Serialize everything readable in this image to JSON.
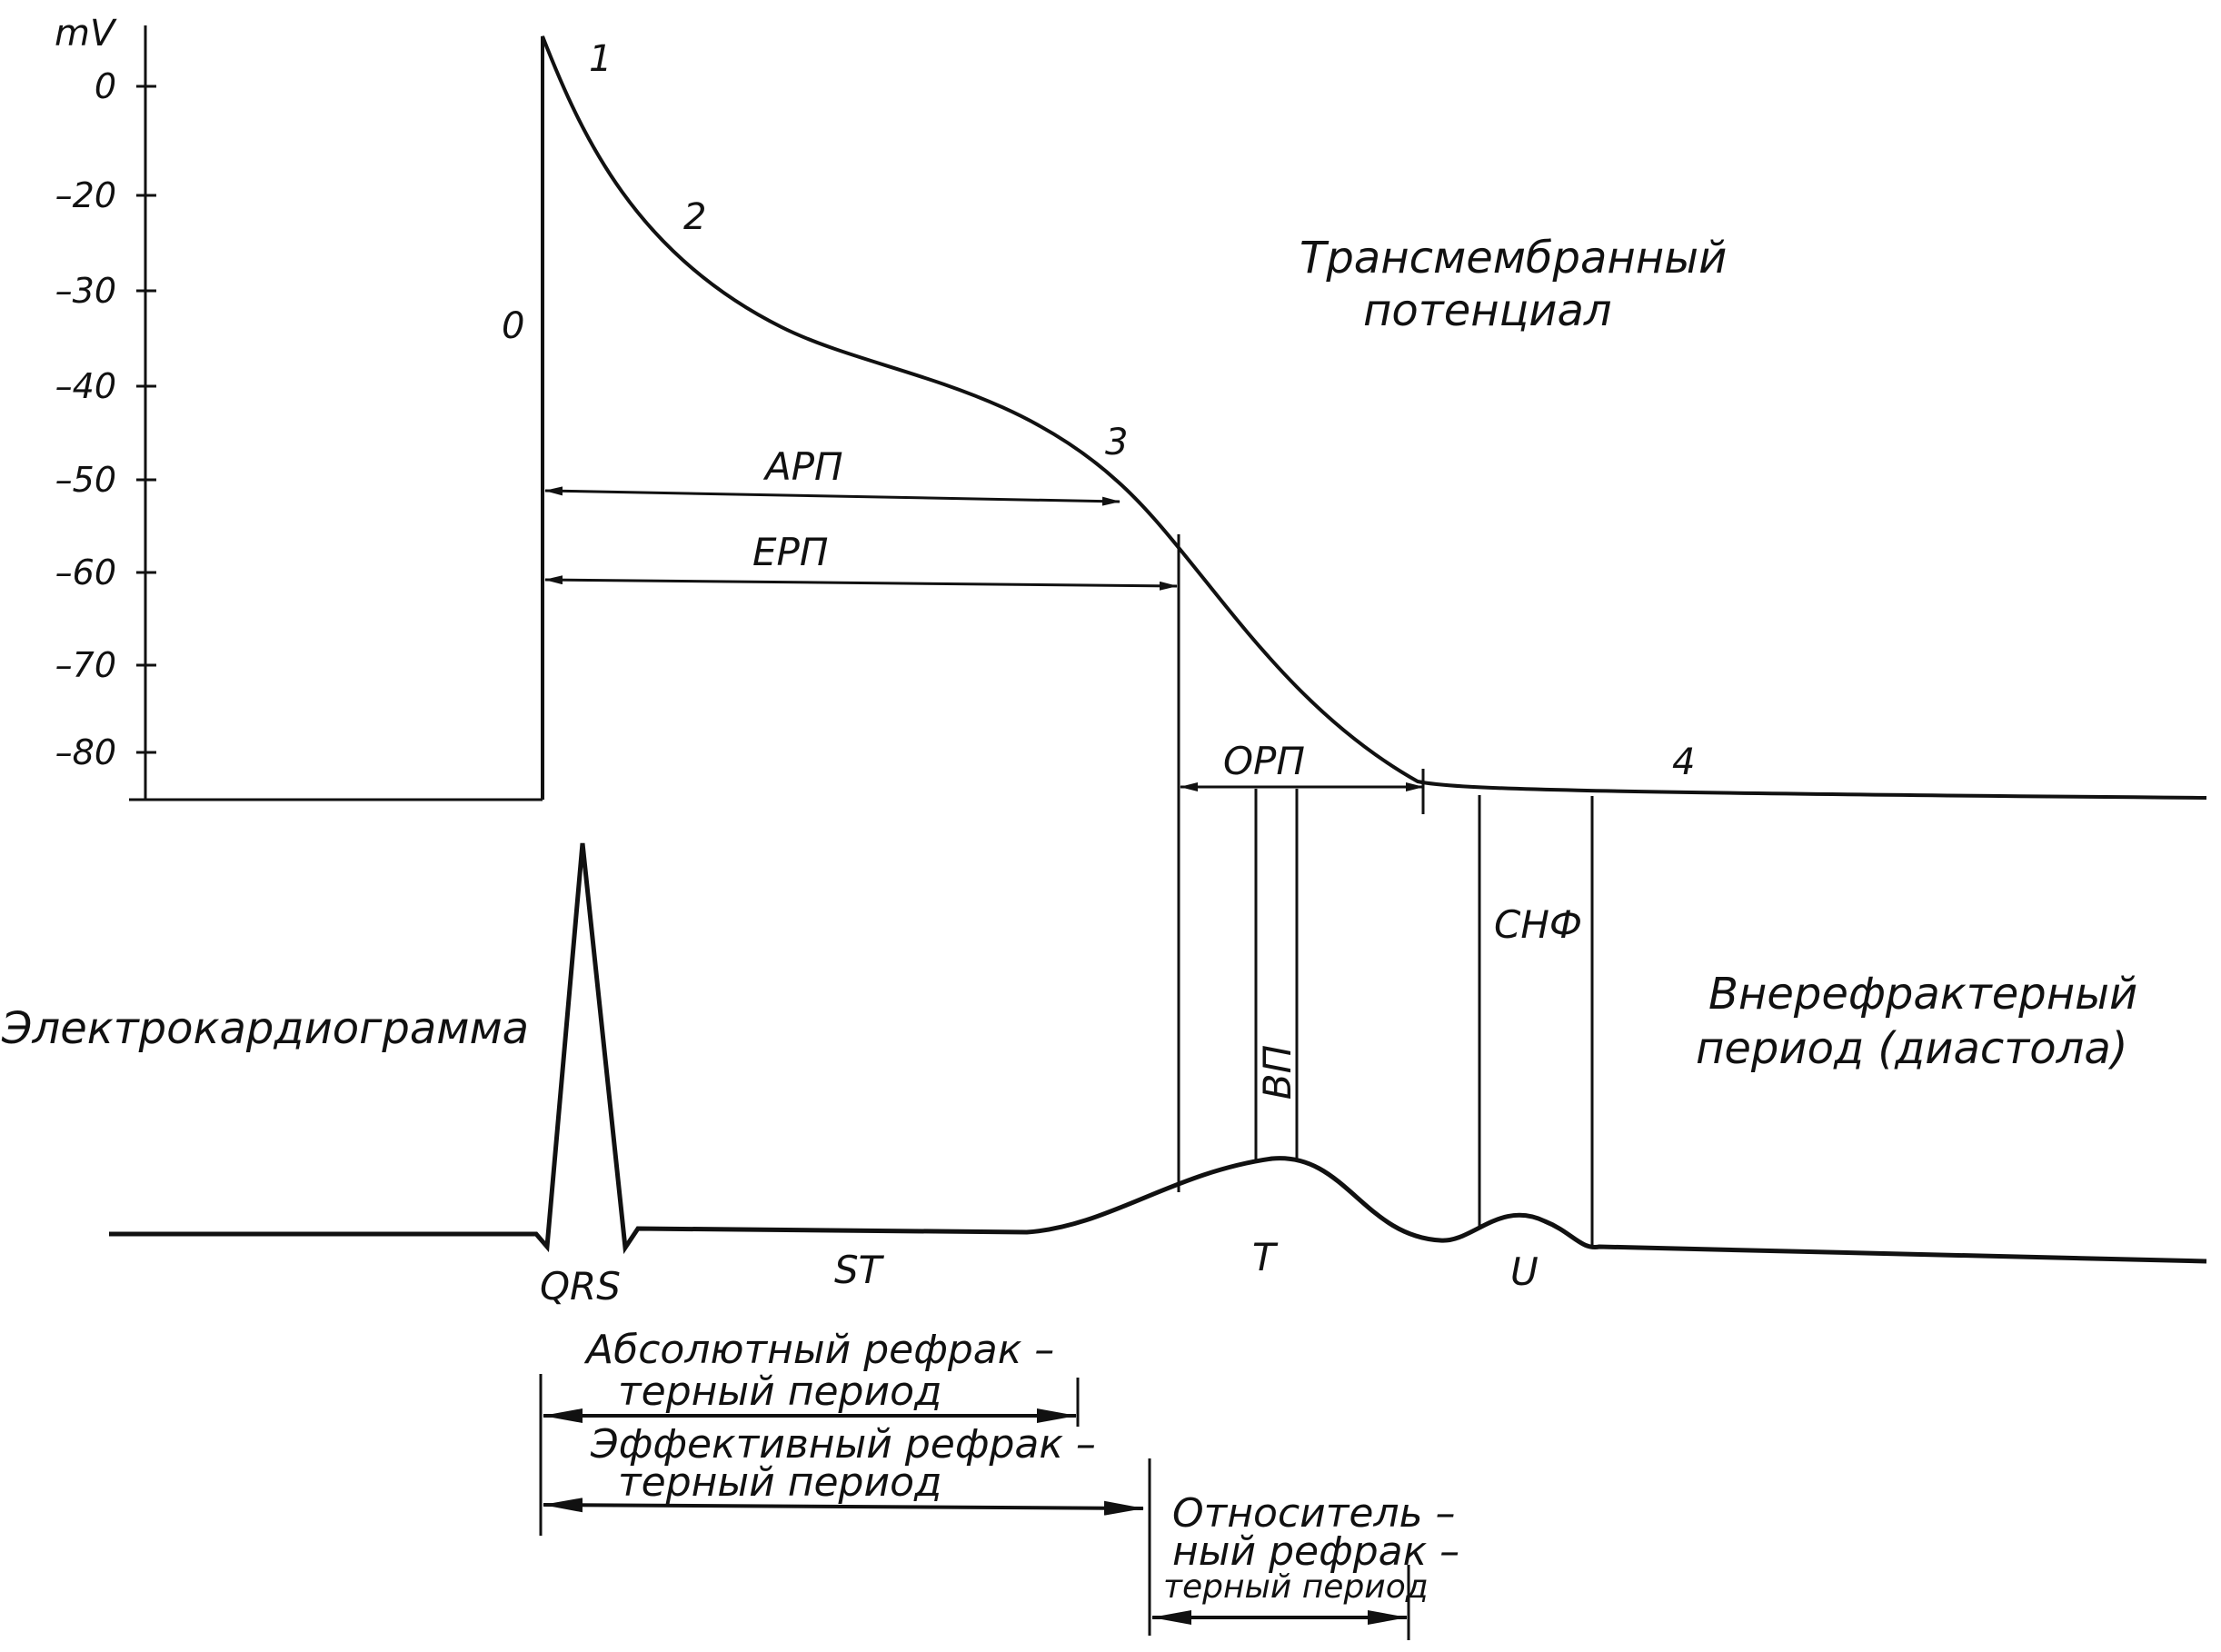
{
  "axis": {
    "unit": "mV",
    "ticks": [
      "0",
      "–20",
      "–30",
      "–40",
      "–50",
      "–60",
      "–70",
      "–80"
    ]
  },
  "phases": {
    "p0": "0",
    "p1": "1",
    "p2": "2",
    "p3": "3",
    "p4": "4"
  },
  "titles": {
    "transmembrane_1": "Трансмембранный",
    "transmembrane_2": "потенциал",
    "ecg": "Электрокардиограмма",
    "nonrefractory_1": "Внерефрактерный",
    "nonrefractory_2": "период (диастола)"
  },
  "intervals": {
    "arp": "АРП",
    "erp": "ЕРП",
    "orp": "ОРП",
    "vp": "ВП",
    "snf": "СНФ"
  },
  "ecg_labels": {
    "qrs": "QRS",
    "st": "ST",
    "t": "T",
    "u": "U"
  },
  "periods": {
    "abs_1": "Абсолютный рефрак –",
    "abs_2": "терный период",
    "eff_1": "Эффективный рефрак –",
    "eff_2": "терный период",
    "rel_1": "Относитель –",
    "rel_2": "ный рефрак –",
    "rel_3": "терный период"
  },
  "colors": {
    "ink": "#111111",
    "paper": "#ffffff"
  }
}
